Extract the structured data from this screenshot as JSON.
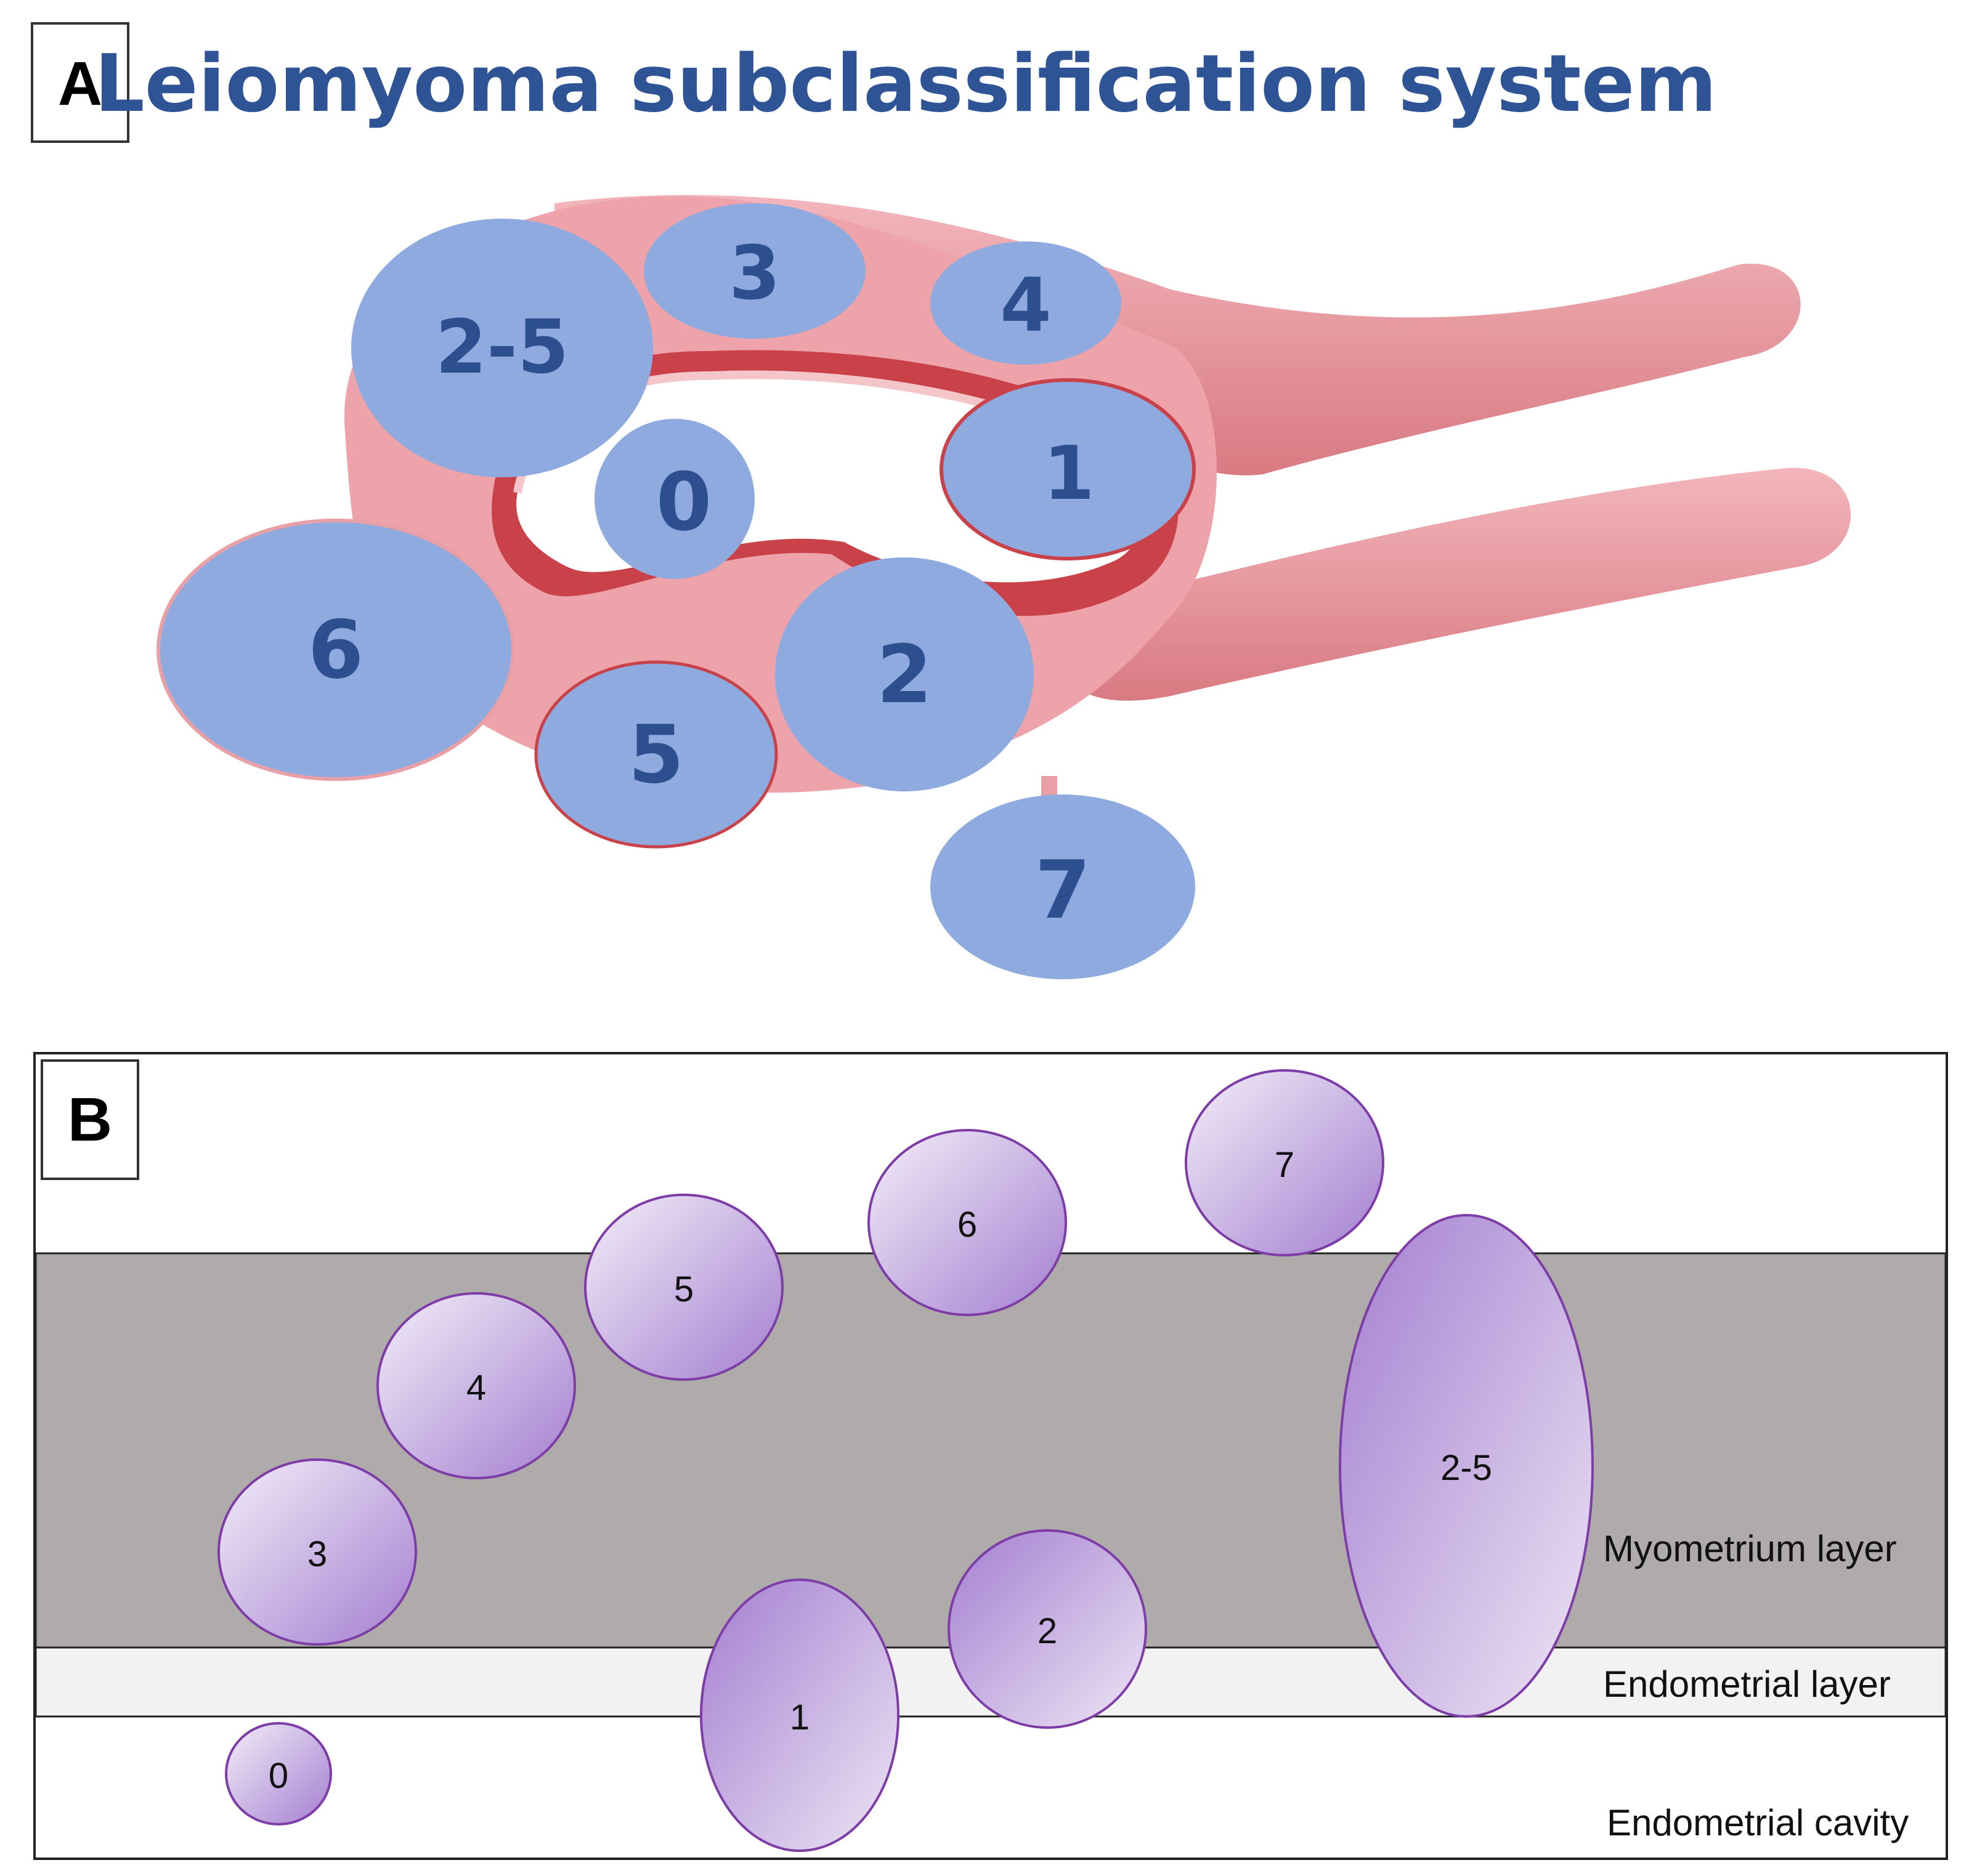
{
  "panel_a": {
    "label": "A",
    "title": "Leiomyoma subclassification system",
    "fibroids": [
      {
        "id": "2-5",
        "text": "2-5"
      },
      {
        "id": "3",
        "text": "3"
      },
      {
        "id": "4",
        "text": "4"
      },
      {
        "id": "0",
        "text": "0"
      },
      {
        "id": "1",
        "text": "1"
      },
      {
        "id": "6",
        "text": "6"
      },
      {
        "id": "2",
        "text": "2"
      },
      {
        "id": "5",
        "text": "5"
      },
      {
        "id": "7",
        "text": "7"
      }
    ]
  },
  "panel_b": {
    "label": "B",
    "layers": {
      "myometrium": "Myometrium layer",
      "endometrial": "Endometrial layer",
      "cavity": "Endometrial cavity"
    },
    "fibroids": [
      {
        "id": "0",
        "text": "0"
      },
      {
        "id": "1",
        "text": "1"
      },
      {
        "id": "2",
        "text": "2"
      },
      {
        "id": "3",
        "text": "3"
      },
      {
        "id": "4",
        "text": "4"
      },
      {
        "id": "5",
        "text": "5"
      },
      {
        "id": "6",
        "text": "6"
      },
      {
        "id": "7",
        "text": "7"
      },
      {
        "id": "2-5",
        "text": "2-5"
      }
    ]
  },
  "colors": {
    "title": "#2e5496",
    "fibroid_a_fill": "#8eaadf",
    "fibroid_a_text": "#2e4f8f",
    "uterus_outer": "#eda3a9",
    "uterus_shade": "#d97a82",
    "uterus_inner": "#c9424a",
    "myometrium": "#aeabaa",
    "endometrium": "#f2f2f2",
    "fibroid_b_stroke": "#7d3ca6",
    "fibroid_b_light": "#f1ecf7",
    "fibroid_b_dark": "#a27ccf"
  }
}
